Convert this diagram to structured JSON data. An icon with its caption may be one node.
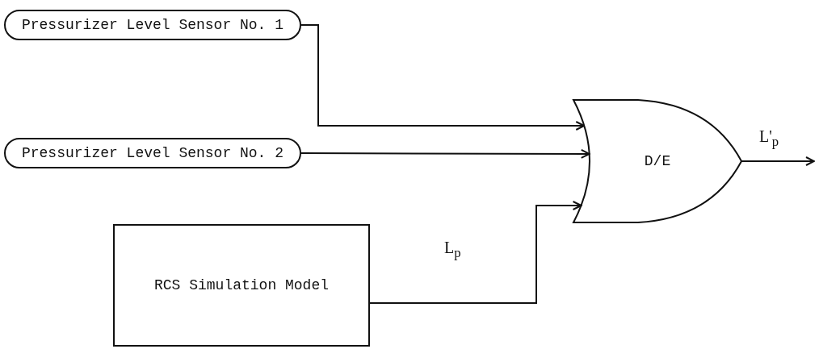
{
  "diagram": {
    "nodes": [
      {
        "text": [
          "Pressurizer Level Sensor No. 1"
        ]
      },
      {
        "text": [
          "Pressurizer Level Sensor No. 2"
        ]
      },
      {
        "text": [
          "RCS Simulation Model"
        ]
      },
      {
        "text": [
          "D/E"
        ]
      }
    ],
    "edges": [
      {
        "from": 0,
        "to": 3,
        "arrow": "to"
      },
      {
        "from": 1,
        "to": 3,
        "arrow": "to"
      },
      {
        "from": 2,
        "to": 3,
        "arrow": "to",
        "label": "L$_{p}$"
      },
      {
        "from": 3,
        "to": null,
        "arrow": "to",
        "label": "L'$_{p}$"
      }
    ]
  }
}
